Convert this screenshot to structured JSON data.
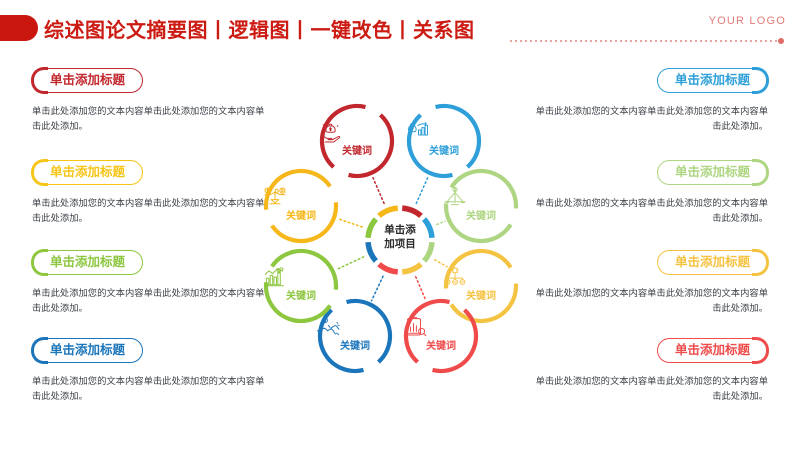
{
  "header": {
    "title": "综述图论文摘要图丨逻辑图丨一键改色丨关系图",
    "logo": "YOUR LOGO",
    "accent_color": "#c9160f",
    "title_color": "#cc1b12",
    "logo_color": "#e27b77"
  },
  "blocks": {
    "left": [
      {
        "title": "单击添加标题",
        "color": "#c1272d",
        "body": "单击此处添加您的文本内容单击此处添加您的文本内容单击此处添加。"
      },
      {
        "title": "单击添加标题",
        "color": "#f5c518",
        "body": "单击此处添加您的文本内容单击此处添加您的文本内容单击此处添加。"
      },
      {
        "title": "单击添加标题",
        "color": "#8dc63f",
        "body": "单击此处添加您的文本内容单击此处添加您的文本内容单击此处添加。"
      },
      {
        "title": "单击添加标题",
        "color": "#1b75bb",
        "body": "单击此处添加您的文本内容单击此处添加您的文本内容单击此处添加。"
      }
    ],
    "right": [
      {
        "title": "单击添加标题",
        "color": "#2e9fd8",
        "body": "单击此处添加您的文本内容单击此处添加您的文本内容单击此处添加。"
      },
      {
        "title": "单击添加标题",
        "color": "#aed581",
        "body": "单击此处添加您的文本内容单击此处添加您的文本内容单击此处添加。"
      },
      {
        "title": "单击添加标题",
        "color": "#f5c342",
        "body": "单击此处添加您的文本内容单击此处添加您的文本内容单击此处添加。"
      },
      {
        "title": "单击添加标题",
        "color": "#ef4b4b",
        "body": "单击此处添加您的文本内容单击此处添加您的文本内容单击此处添加。"
      }
    ]
  },
  "diagram": {
    "hub": {
      "label": "单击添\n加项目",
      "segment_colors": [
        "#c1272d",
        "#2e9fd8",
        "#aed581",
        "#f5c342",
        "#ef4b4b",
        "#1b75bb",
        "#8dc63f",
        "#f5b71a"
      ]
    },
    "nodes": [
      {
        "keyword": "关键词",
        "color": "#c1272d",
        "icon": "hand-money-bag-icon",
        "position": "top-left"
      },
      {
        "keyword": "关键词",
        "color": "#2e9fd8",
        "icon": "money-bag-chart-icon",
        "position": "top-right"
      },
      {
        "keyword": "关键词",
        "color": "#aed581",
        "icon": "balance-scale-icon",
        "position": "right-upper"
      },
      {
        "keyword": "关键词",
        "color": "#f5c342",
        "icon": "gear-hierarchy-icon",
        "position": "right-lower"
      },
      {
        "keyword": "关键词",
        "color": "#ef4b4b",
        "icon": "clipboard-chart-icon",
        "position": "bottom-right"
      },
      {
        "keyword": "关键词",
        "color": "#1b75bb",
        "icon": "handshake-coin-icon",
        "position": "bottom-left"
      },
      {
        "keyword": "关键词",
        "color": "#8dc63f",
        "icon": "growth-chart-icon",
        "position": "left-lower"
      },
      {
        "keyword": "关键词",
        "color": "#f5b71a",
        "icon": "coin-balance-icon",
        "position": "left-upper"
      }
    ],
    "connector_style": "dotted"
  }
}
